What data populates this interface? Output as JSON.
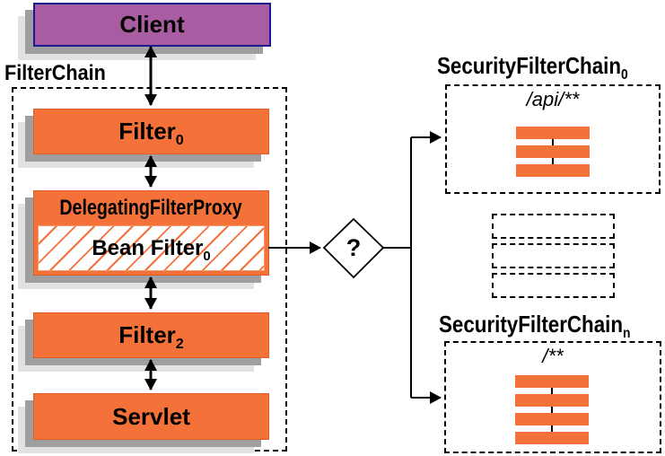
{
  "colors": {
    "orange": "#F4713A",
    "orange_border": "#E05E24",
    "purple": "#A85CA2",
    "navy": "#1B1B8F",
    "shadow_dark": "#9F9F9F",
    "shadow_light": "#E2E2E2"
  },
  "client": {
    "label": "Client"
  },
  "filter_chain": {
    "title": "FilterChain",
    "filter0": {
      "label": "Filter",
      "sub": "0"
    },
    "delegating_filter_proxy": {
      "label": "DelegatingFilterProxy"
    },
    "bean_filter": {
      "label": "Bean Filter",
      "sub": "0"
    },
    "filter2": {
      "label": "Filter",
      "sub": "2"
    },
    "servlet": {
      "label": "Servlet"
    }
  },
  "decision": {
    "label": "?"
  },
  "security_filter_chain_0": {
    "title": "SecurityFilterChain",
    "sub": "0",
    "pattern": "/api/**",
    "filter_bars": 3
  },
  "security_filter_chain_n": {
    "title": "SecurityFilterChain",
    "sub": "n",
    "pattern": "/**",
    "filter_bars": 4
  },
  "ellipsis_placeholders": 3
}
